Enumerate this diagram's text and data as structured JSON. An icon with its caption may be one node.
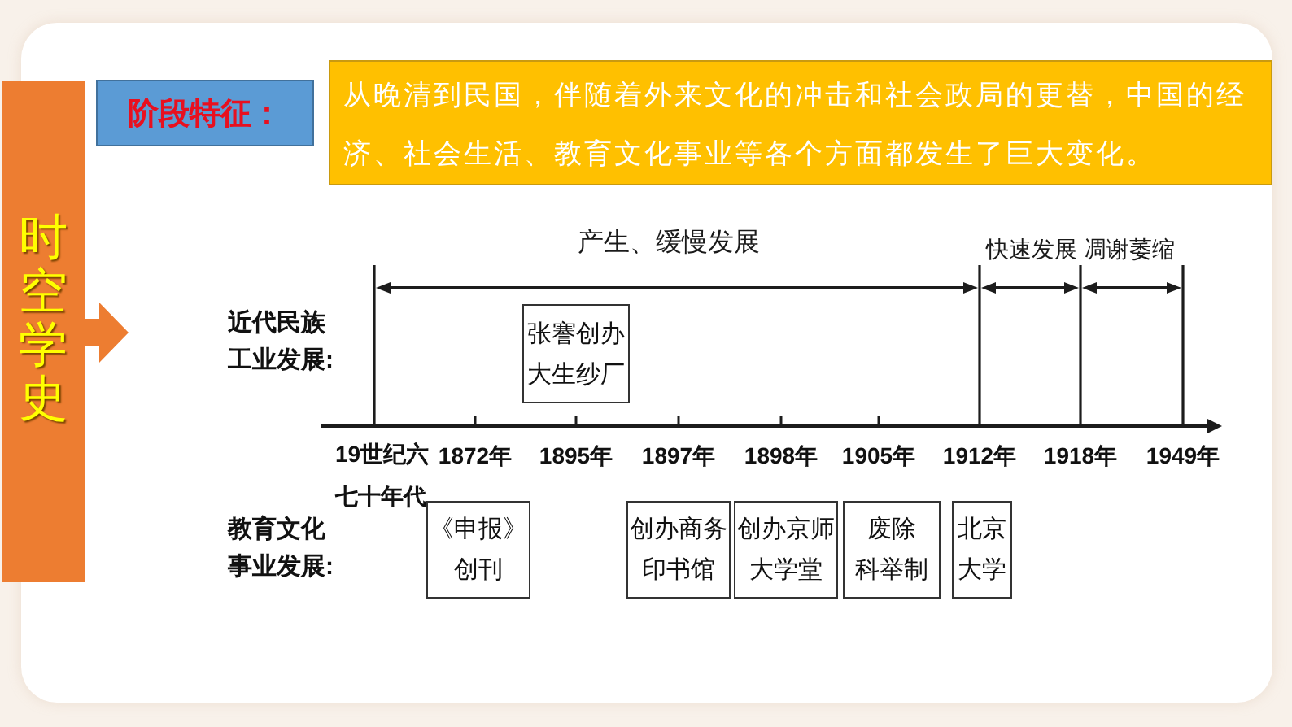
{
  "diagram": {
    "nodes": [
      {
        "text": [
          "时空学史"
        ]
      },
      {
        "text": [
          "阶段特征："
        ]
      },
      {
        "text": [
          "从晚清到民国，伴随着外来文化的冲击和社会政局的更替，中国的经济、社会生活、教育文化事业等各个方面都发生了巨大变化。"
        ]
      },
      {
        "text": [
          "张謇创办大生纱厂"
        ]
      },
      {
        "text": [
          "《申报》创刊"
        ]
      },
      {
        "text": [
          "创办商务印书馆"
        ]
      },
      {
        "text": [
          "创办京师大学堂"
        ]
      },
      {
        "text": [
          "废除科举制"
        ]
      },
      {
        "text": [
          "北京大学"
        ]
      }
    ],
    "labels": [
      "产生、缓慢发展",
      "快速发展",
      "凋谢萎缩",
      "近代民族工业发展:",
      "19世纪六七十年代",
      "1872年",
      "1895年",
      "1897年",
      "1898年",
      "1905年",
      "1912年",
      "1918年",
      "1949年",
      "教育文化事业发展:"
    ]
  }
}
